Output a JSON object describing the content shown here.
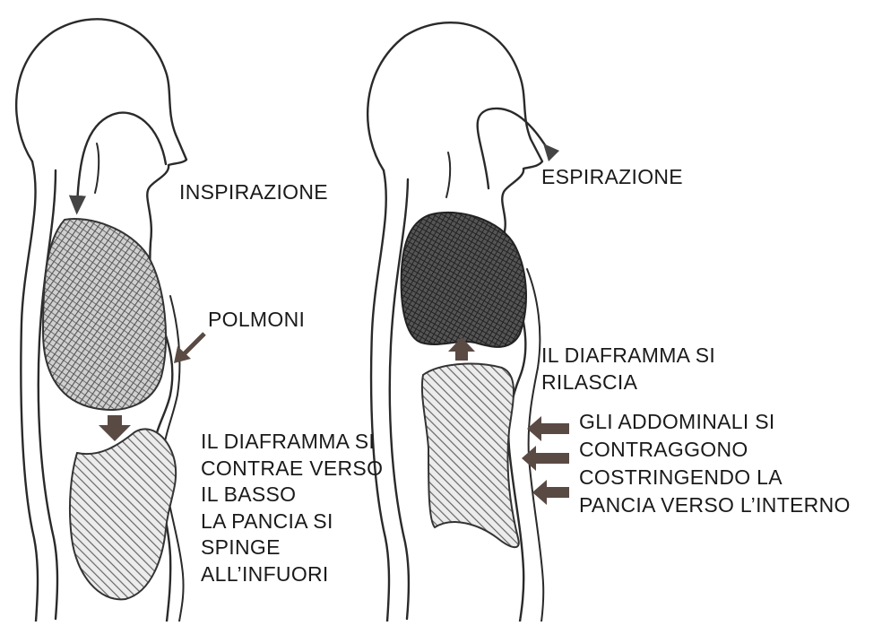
{
  "left_figure": {
    "title": "INSPIRAZIONE",
    "lungs_label": "POLMONI",
    "diaphragm_lines": [
      "IL DIAFRAMMA SI",
      "CONTRAE VERSO",
      "IL BASSO",
      "LA PANCIA SI",
      "SPINGE",
      "ALL’INFUORI"
    ]
  },
  "right_figure": {
    "title": "ESPIRAZIONE",
    "diaphragm_lines": [
      "IL DIAFRAMMA SI",
      "RILASCIA"
    ],
    "abdominals_lines": [
      "GLI ADDOMINALI SI",
      "CONTRAGGONO",
      "COSTRINGENDO LA",
      "PANCIA VERSO L’INTERNO"
    ]
  },
  "colors": {
    "ink": "#1a1a1a",
    "arrow": "#5a4a44",
    "lungs_in": "#7a7a7a",
    "lungs_out": "#3a3a3a",
    "abdomen": "#9a9a9a"
  }
}
